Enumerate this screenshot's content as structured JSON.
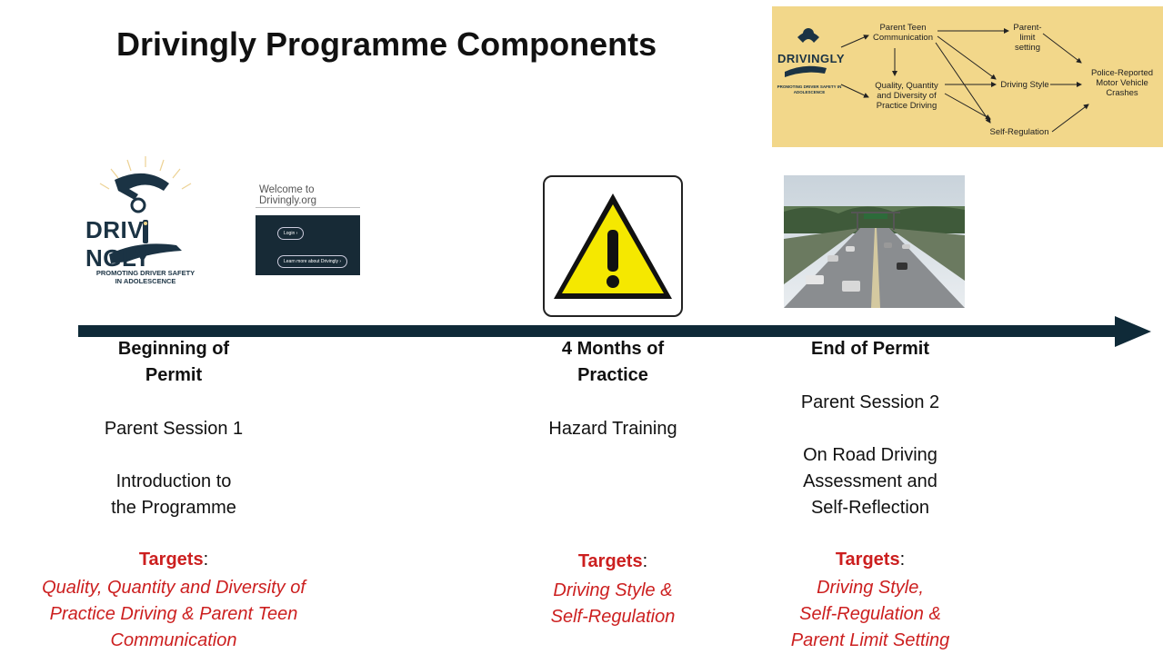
{
  "title": "Drivingly Programme Components",
  "logo": {
    "brand_left": "DRIV",
    "brand_right": "NGLY",
    "tagline_line1": "PROMOTING DRIVER SAFETY",
    "tagline_line2": "IN ADOLESCENCE"
  },
  "website": {
    "welcome_line1": "Welcome to",
    "welcome_line2": "Drivingly.org",
    "login_label": "Login",
    "learn_more_label": "Learn more about Drivingly"
  },
  "logic_model": {
    "logo_brand": "DRIVINGLY",
    "logo_tagline": "PROMOTING DRIVER SAFETY IN ADOLESCENCE",
    "nodes": {
      "parent_teen": "Parent Teen Communication",
      "practice": "Quality, Quantity and Diversity of Practice Driving",
      "parent_limit": "Parent-limit setting",
      "driving_style": "Driving Style",
      "self_regulation": "Self-Regulation",
      "crashes": "Police-Reported Motor Vehicle Crashes"
    }
  },
  "stages": [
    {
      "heading_line1": "Beginning of",
      "heading_line2": "Permit",
      "session": "Parent Session 1",
      "detail_line1": "Introduction to",
      "detail_line2": "the Programme",
      "targets_label": "Targets",
      "targets_colon": ":",
      "targets_line1": "Quality, Quantity and Diversity of",
      "targets_line2": "Practice Driving & Parent Teen",
      "targets_line3": "Communication"
    },
    {
      "heading_line1": "4 Months of",
      "heading_line2": "Practice",
      "session": "Hazard Training",
      "targets_label": "Targets",
      "targets_colon": ":",
      "targets_line1": "Driving Style &",
      "targets_line2": "Self-Regulation"
    },
    {
      "heading_line1": "End of Permit",
      "session": "Parent Session 2",
      "detail_line1": "On Road Driving",
      "detail_line2": "Assessment and",
      "detail_line3": "Self-Reflection",
      "targets_label": "Targets",
      "targets_colon": ":",
      "targets_line1": "Driving Style,",
      "targets_line2": "Self-Regulation &",
      "targets_line3": "Parent Limit Setting"
    }
  ],
  "colors": {
    "timeline": "#0f2a38",
    "targets_red": "#cc1f1f",
    "model_background": "#f2d78a",
    "brand_navy": "#1b3344"
  }
}
